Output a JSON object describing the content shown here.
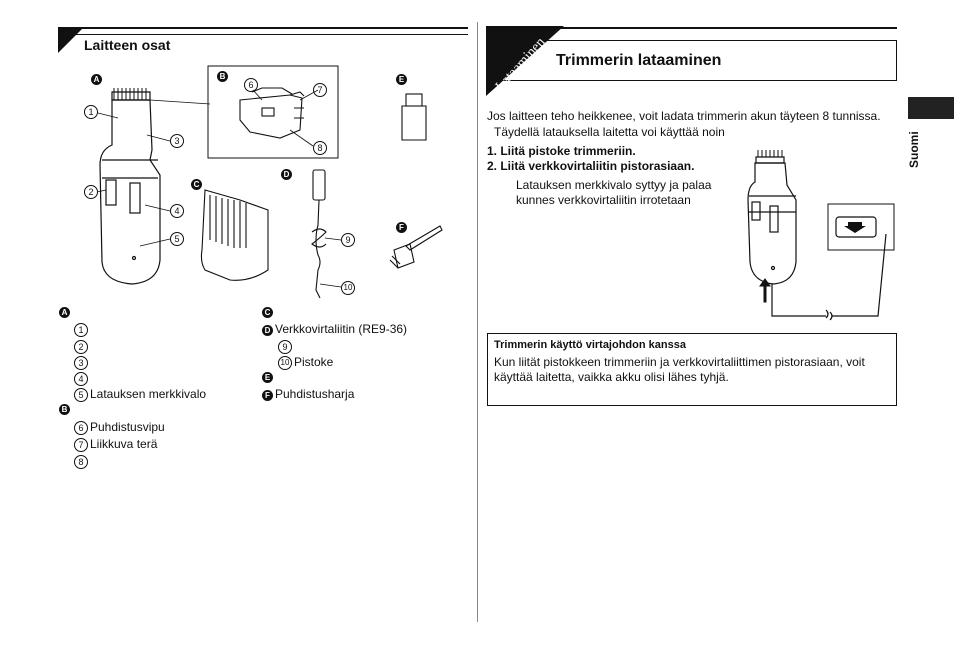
{
  "left": {
    "title": "Laitteen osat",
    "diagram_labels": {
      "A": "A",
      "B": "B",
      "C": "C",
      "D": "D",
      "E": "E",
      "F": "F",
      "n1": "1",
      "n2": "2",
      "n3": "3",
      "n4": "4",
      "n5": "5",
      "n6": "6",
      "n7": "7",
      "n8": "8",
      "n9": "9",
      "n10": "10"
    },
    "legend_a": {
      "letter": "A",
      "items": [
        {
          "num": "1",
          "text": ""
        },
        {
          "num": "2",
          "text": ""
        },
        {
          "num": "3",
          "text": ""
        },
        {
          "num": "4",
          "text": ""
        },
        {
          "num": "5",
          "text": "Latauksen merkkivalo"
        }
      ]
    },
    "legend_b": {
      "letter": "B",
      "items": [
        {
          "num": "6",
          "text": "Puhdistusvipu"
        },
        {
          "num": "7",
          "text": "Liikkuva terä"
        },
        {
          "num": "8",
          "text": ""
        }
      ]
    },
    "legend_c": {
      "letter": "C",
      "text": ""
    },
    "legend_d": {
      "letter": "D",
      "text": "Verkkovirtaliitin (RE9-36)",
      "items": [
        {
          "num": "9",
          "text": ""
        },
        {
          "num": "10",
          "text": "Pistoke"
        }
      ]
    },
    "legend_e": {
      "letter": "E",
      "text": ""
    },
    "legend_f": {
      "letter": "F",
      "text": "Puhdistusharja"
    }
  },
  "right": {
    "tab_label": "Lataaminen",
    "title": "Trimmerin lataaminen",
    "intro1": "Jos laitteen teho heikkenee, voit ladata trimmerin akun täyteen 8 tunnissa.",
    "intro2": "Täydellä latauksella laitetta voi käyttää noin",
    "step1": "1. Liitä pistoke trimmeriin.",
    "step2": "2. Liitä verkkovirtaliitin pistorasiaan.",
    "step2_sub1": "Latauksen merkkivalo syttyy ja palaa",
    "step2_sub2": "kunnes verkkovirtaliitin irrotetaan",
    "note_title": "Trimmerin käyttö virtajohdon kanssa",
    "note_line1": "Kun liität pistokkeen trimmeriin ja verkkovirtaliittimen pistorasiaan, voit",
    "note_line2": "käyttää laitetta, vaikka akku olisi lähes tyhjä."
  },
  "side_tab": "Suomi"
}
